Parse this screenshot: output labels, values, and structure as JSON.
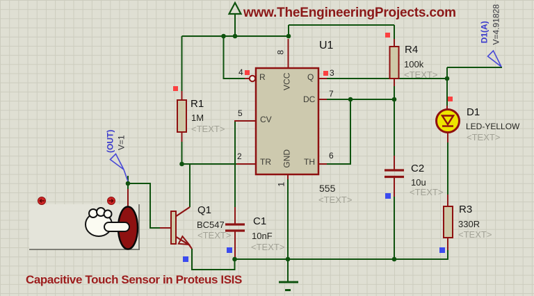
{
  "header": {
    "site_url": "www.TheEngineeringProjects.com"
  },
  "footer": {
    "title": "Capacitive Touch Sensor in Proteus ISIS"
  },
  "probes": {
    "out": {
      "name": "(OUT)",
      "value": "V=1"
    },
    "d1a": {
      "name": "D1(A)",
      "value": "V=4.91828"
    }
  },
  "components": {
    "u1": {
      "ref": "U1",
      "value": "555",
      "text": "<TEXT>",
      "pins": {
        "p4": {
          "num": "4",
          "name": "R"
        },
        "p5": {
          "num": "5",
          "name": "CV"
        },
        "p2": {
          "num": "2",
          "name": "TR"
        },
        "p3": {
          "num": "3",
          "name": "Q"
        },
        "p7": {
          "num": "7",
          "name": "DC"
        },
        "p6": {
          "num": "6",
          "name": "TH"
        },
        "p8": {
          "num": "8",
          "name": "VCC"
        },
        "p1": {
          "num": "1",
          "name": "GND"
        }
      }
    },
    "r1": {
      "ref": "R1",
      "value": "1M",
      "text": "<TEXT>"
    },
    "r4": {
      "ref": "R4",
      "value": "100k",
      "text": "<TEXT>"
    },
    "r3": {
      "ref": "R3",
      "value": "330R",
      "text": "<TEXT>"
    },
    "c1": {
      "ref": "C1",
      "value": "10nF",
      "text": "<TEXT>"
    },
    "c2": {
      "ref": "C2",
      "value": "10u",
      "text": "<TEXT>"
    },
    "d1": {
      "ref": "D1",
      "value": "LED-YELLOW",
      "text": "<TEXT>"
    },
    "q1": {
      "ref": "Q1",
      "value": "BC547",
      "text": "<TEXT>"
    }
  },
  "colors": {
    "background": "#DFDFD3",
    "grid_line": "#CCCCBE",
    "wire_green": "#0E520E",
    "pin_red": "#8E1414",
    "component_fill": "#CDC9AE",
    "led_yellow": "#EDE500",
    "touch_pad_red": "#8E1111",
    "handle_red": "#FB4141",
    "handle_blue": "#3B4BEF",
    "probe_blue": "#4949D6",
    "title_red": "#8B1818"
  }
}
